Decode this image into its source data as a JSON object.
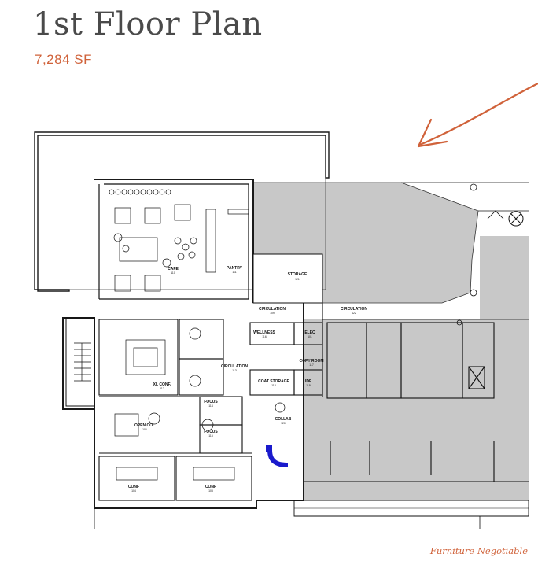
{
  "header": {
    "title": "1st Floor Plan",
    "area": "7,284 SF"
  },
  "footer": {
    "note": "Furniture Negotiable"
  },
  "colors": {
    "accent": "#d0623a",
    "title": "#4a4a4a",
    "shaded_area": "#c8c8c8",
    "highlight": "#1a1acc",
    "walls": "#1a1a1a"
  },
  "rooms": {
    "cafe": "CAFE",
    "cafe_no": "110",
    "pantry": "PANTRY",
    "pantry_no": "111",
    "storage": "STORAGE",
    "storage_no": "121",
    "circulation_a": "CIRCULATION",
    "circulation_a_no": "109",
    "circulation_b": "CIRCULATION",
    "circulation_b_no": "122",
    "circulation_c": "CIRCULATION",
    "circulation_c_no": "113",
    "wellness": "WELLNESS",
    "wellness_no": "116",
    "elec": "ELEC",
    "elec_no": "101",
    "copy_room": "COPY ROOM",
    "copy_room_no": "117",
    "coat_storage": "COAT STORAGE",
    "coat_storage_no": "118",
    "idf": "IDF",
    "idf_no": "119",
    "xl_conf": "XL CONF.",
    "xl_conf_no": "112",
    "focus_a": "FOCUS",
    "focus_a_no": "114",
    "focus_b": "FOCUS",
    "focus_b_no": "115",
    "open_col": "OPEN COL",
    "open_col_no": "106",
    "conf_a": "CONF",
    "conf_a_no": "104",
    "conf_b": "CONF",
    "conf_b_no": "103",
    "collab": "COLLAB",
    "collab_no": "120"
  }
}
